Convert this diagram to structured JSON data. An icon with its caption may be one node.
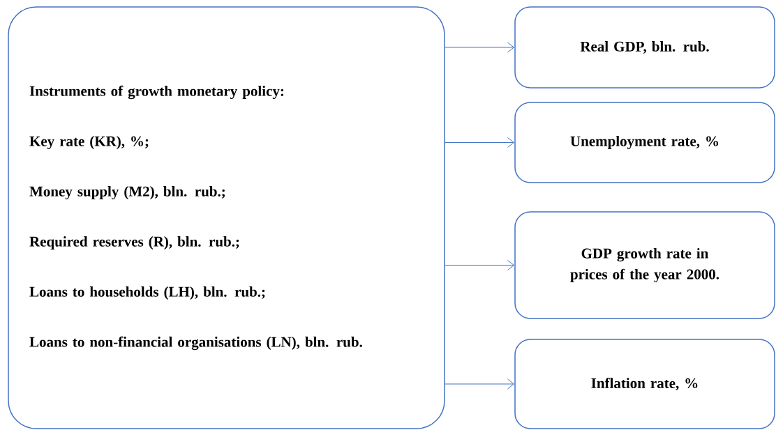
{
  "diagram": {
    "nodes": [
      {
        "text": [
          "Instruments of growth monetary policy:",
          "Key rate (KR), %;",
          "Money supply (M2), bln. rub.;",
          "Required reserves (R), bln. rub.;",
          "Loans to households (LH), bln. rub.;",
          "Loans to non-financial organisations (LN), bln. rub."
        ]
      },
      {
        "text": [
          "Real GDP, bln. rub."
        ]
      },
      {
        "text": [
          "Unemployment rate, %"
        ]
      },
      {
        "text": [
          "GDP growth rate in prices of the year 2000."
        ]
      },
      {
        "text": [
          "Inflation rate, %"
        ]
      }
    ],
    "edges": [
      {
        "from": 0,
        "to": 1,
        "arrow": "to"
      },
      {
        "from": 0,
        "to": 2,
        "arrow": "to"
      },
      {
        "from": 0,
        "to": 3,
        "arrow": "to"
      },
      {
        "from": 0,
        "to": 4,
        "arrow": "to"
      }
    ]
  }
}
